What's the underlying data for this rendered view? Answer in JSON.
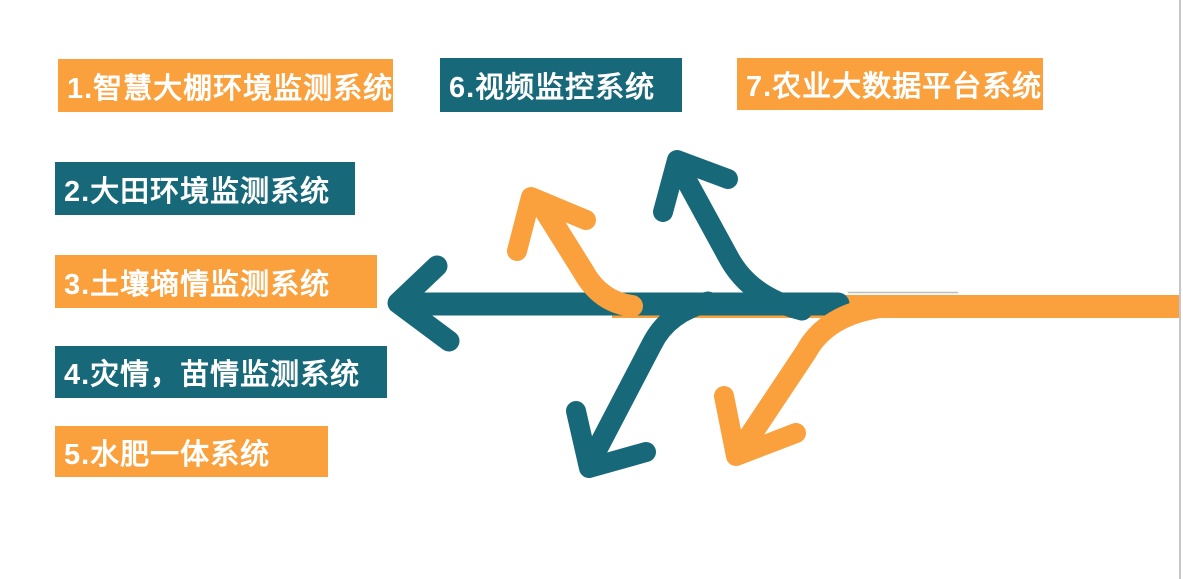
{
  "slide": {
    "background": "#ffffff"
  },
  "colors": {
    "orange": "#FAA03C",
    "teal": "#17697A",
    "label_text": "#FFFFFF",
    "slide_edge": "#C6C6C6",
    "band_artifact": "#BDBDBD"
  },
  "labels": [
    {
      "text": "1.智慧大棚环境监测系统",
      "color": "orange"
    },
    {
      "text": "2.大田环境监测系统",
      "color": "teal"
    },
    {
      "text": "3.土壤墒情监测系统",
      "color": "orange"
    },
    {
      "text": "4.灾情，苗情监测系统",
      "color": "teal"
    },
    {
      "text": "5.水肥一体系统",
      "color": "orange"
    },
    {
      "text": "6.视频监控系统",
      "color": "teal"
    },
    {
      "text": "7.农业大数据平台系统",
      "color": "orange"
    }
  ],
  "arrows": [
    {
      "name": "orange-horizontal-line",
      "color": "orange",
      "direction": "from-right-edge-leftward"
    },
    {
      "name": "teal-left-arrow",
      "color": "teal",
      "direction": "left"
    },
    {
      "name": "teal-up-arrow",
      "color": "teal",
      "direction": "up-left"
    },
    {
      "name": "teal-down-arrow",
      "color": "teal",
      "direction": "down-left"
    },
    {
      "name": "orange-up-arrow",
      "color": "orange",
      "direction": "up-left"
    },
    {
      "name": "orange-down-arrow",
      "color": "orange",
      "direction": "down-left"
    }
  ]
}
